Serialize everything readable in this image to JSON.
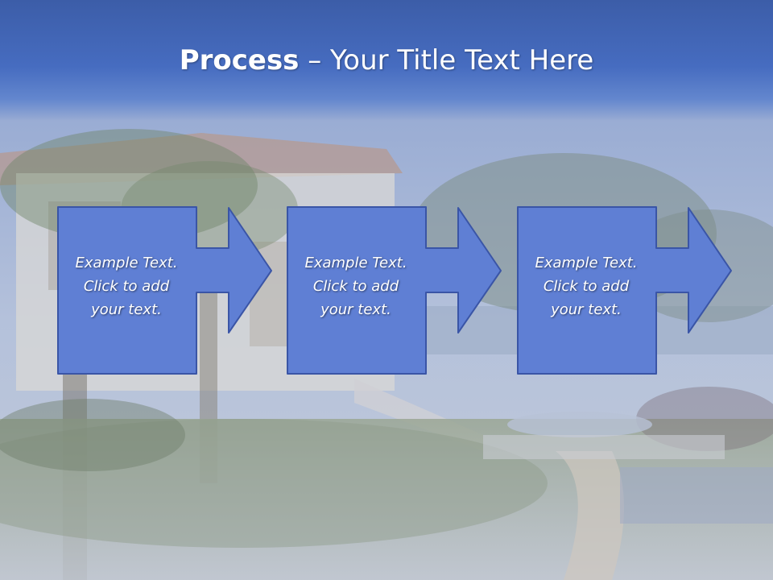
{
  "slide": {
    "title_bold": "Process",
    "title_rest": " – Your Title Text Here"
  },
  "steps": [
    {
      "line1": "Example Text.",
      "line2": "Click  to add",
      "line3": "your text."
    },
    {
      "line1": "Example Text.",
      "line2": "Click  to add",
      "line3": "your text."
    },
    {
      "line1": "Example Text.",
      "line2": "Click  to add",
      "line3": "your text."
    }
  ],
  "colors": {
    "title_band": "#4169c2",
    "shape_fill": "#5f7fd4",
    "shape_stroke": "#3a55a6"
  }
}
